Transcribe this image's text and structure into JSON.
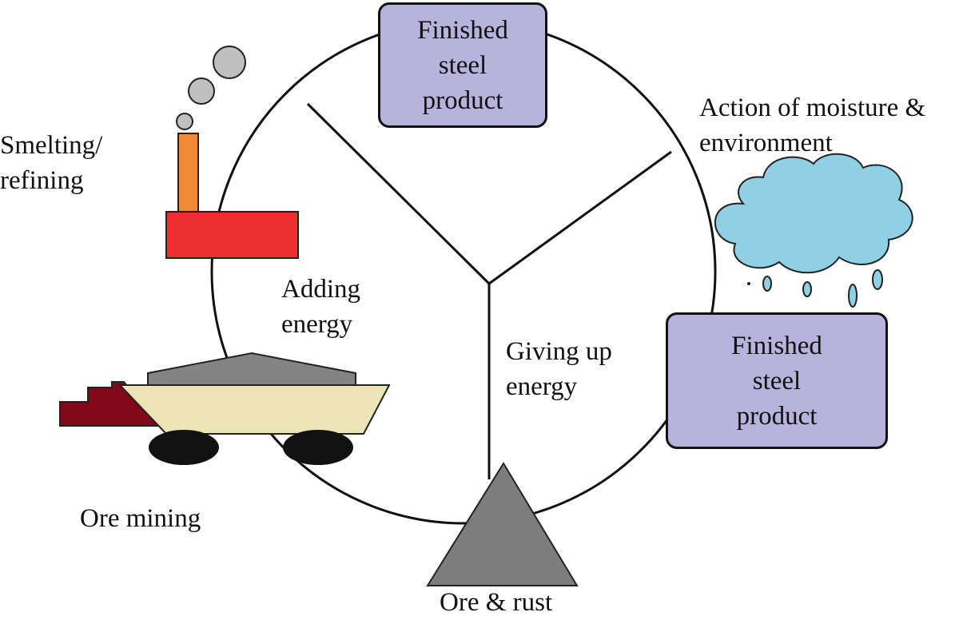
{
  "labels": {
    "smelting": [
      "Smelting/",
      "refining"
    ],
    "adding_energy": [
      "Adding",
      "energy"
    ],
    "giving_up_energy": [
      "Giving up",
      "energy"
    ],
    "ore_mining": "Ore mining",
    "ore_rust": "Ore & rust",
    "action": [
      "Action of moisture &",
      "environment"
    ]
  },
  "boxes": {
    "top": [
      "Finished",
      "steel",
      "product"
    ],
    "right": [
      "Finished",
      "steel",
      "product"
    ]
  },
  "colors": {
    "box_fill": "#b7b3dc",
    "chimney": "#f08a3a",
    "furnace": "#ee2f2f",
    "smoke": "#c0c0c0",
    "cart_body": "#ede4b5",
    "ore_pile": "#848484",
    "cab": "#800818",
    "wheel": "#111111",
    "cloud": "#8fd0e4",
    "rust_pile": "#7d7d7d"
  },
  "icons": [
    "factory-icon",
    "smoke-icon",
    "mine-cart-icon",
    "cloud-icon",
    "raindrop-icon",
    "ore-pile-icon"
  ]
}
